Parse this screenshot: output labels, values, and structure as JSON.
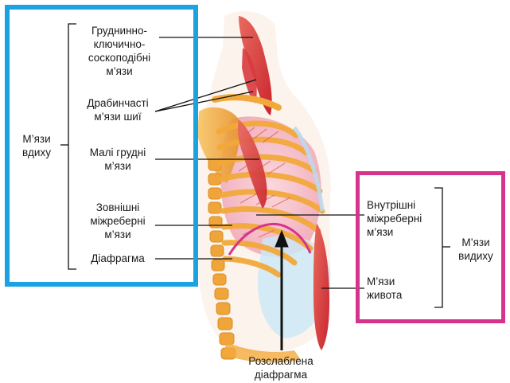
{
  "inhale_group": {
    "title_line1": "М’язи",
    "title_line2": "вдиху",
    "frame_color": "#1aa3e0",
    "muscles": {
      "scm": [
        "Груднинно-",
        "ключично-",
        "соскоподібні",
        "м’язи"
      ],
      "scalene": [
        "Драбинчасті",
        "м’язи шиї"
      ],
      "pectoralis_minor": [
        "Малі грудні",
        "м’язи"
      ],
      "external_intercostal": [
        "Зовнішні",
        "міжреберні",
        "м’язи"
      ],
      "diaphragm": "Діафрагма"
    }
  },
  "exhale_group": {
    "title_line1": "М’язи",
    "title_line2": "видиху",
    "frame_color": "#d6338a",
    "muscles": {
      "internal_intercostal": [
        "Внутрішні",
        "міжреберні",
        "м’язи"
      ],
      "abdominal": [
        "М’язи",
        "живота"
      ]
    }
  },
  "relaxed_diaphragm": [
    "Розслаблена",
    "діафрагма"
  ],
  "illustration": {
    "icon": "human-torso-respiratory-muscles-illustration",
    "colors": {
      "muscle": "#d9363e",
      "bone": "#f2a93b",
      "lung": "#f5b8c4",
      "abdomen": "#bfdff2"
    }
  }
}
